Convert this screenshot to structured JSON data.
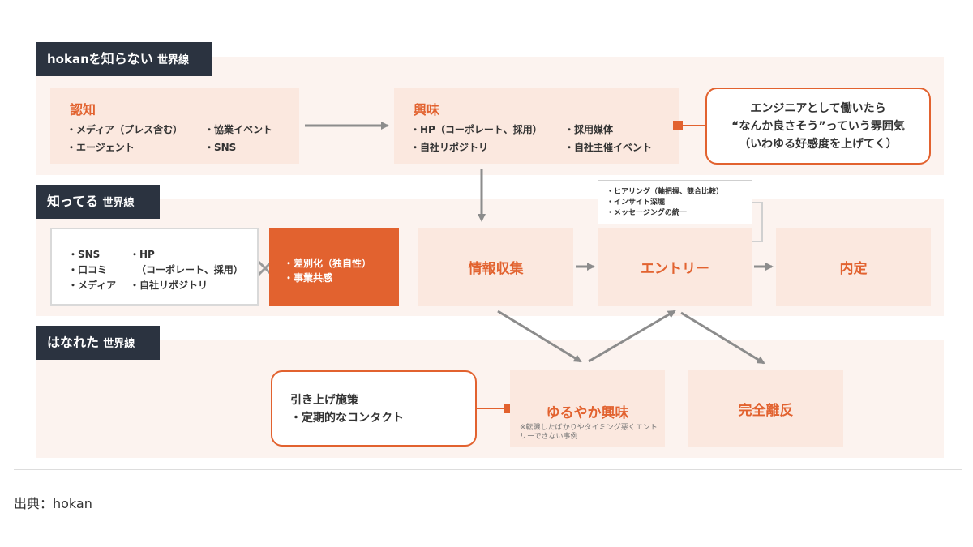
{
  "world1": {
    "label_prefix": "hokanを",
    "label_main": "知らない",
    "label_suffix": "世界線"
  },
  "world2": {
    "label_main": "知ってる",
    "label_suffix": "世界線"
  },
  "world3": {
    "label_main": "はなれた",
    "label_suffix": "世界線"
  },
  "awareness": {
    "title": "認知",
    "items": [
      "・メディア（プレス含む）",
      "・協業イベント",
      "・エージェント",
      "・SNS"
    ]
  },
  "interest": {
    "title": "興味",
    "items": [
      "・HP（コーポレート、採用）",
      "・採用媒体",
      "・自社リポジトリ",
      "・自社主催イベント"
    ]
  },
  "callout_top": {
    "lines": [
      "エンジニアとして働いたら",
      "“なんか良さそう”っていう雰囲気",
      "（いわゆる好感度を上げてく）"
    ]
  },
  "channels": {
    "items": [
      "・SNS",
      "・HP",
      "・口コミ",
      "（コーポレート、採用）",
      "・メディア",
      "・自社リポジトリ"
    ]
  },
  "differentiation": {
    "items": [
      "・差別化（独自性）",
      "・事業共感"
    ]
  },
  "stages": {
    "info": "情報収集",
    "entry": "エントリー",
    "offer": "内定"
  },
  "entry_notes": {
    "items": [
      "・ヒアリング（軸把握、競合比較）",
      "・インサイト深堀",
      "・メッセージングの統一"
    ]
  },
  "loose_interest": {
    "title": "ゆるやか興味",
    "note": "※転職したばかりやタイミング悪くエントリーできない事例"
  },
  "complete_departure": {
    "title": "完全離反"
  },
  "callout_bottom": {
    "lines": [
      "引き上げ施策",
      "・定期的なコンタクト"
    ]
  },
  "source": "出典：hokan",
  "colors": {
    "accent": "#e2622f",
    "label_bg": "#2b3340",
    "band_bg": "#fcf3ef",
    "box_bg": "#fbe8df",
    "arrow": "#8c8c8c"
  }
}
